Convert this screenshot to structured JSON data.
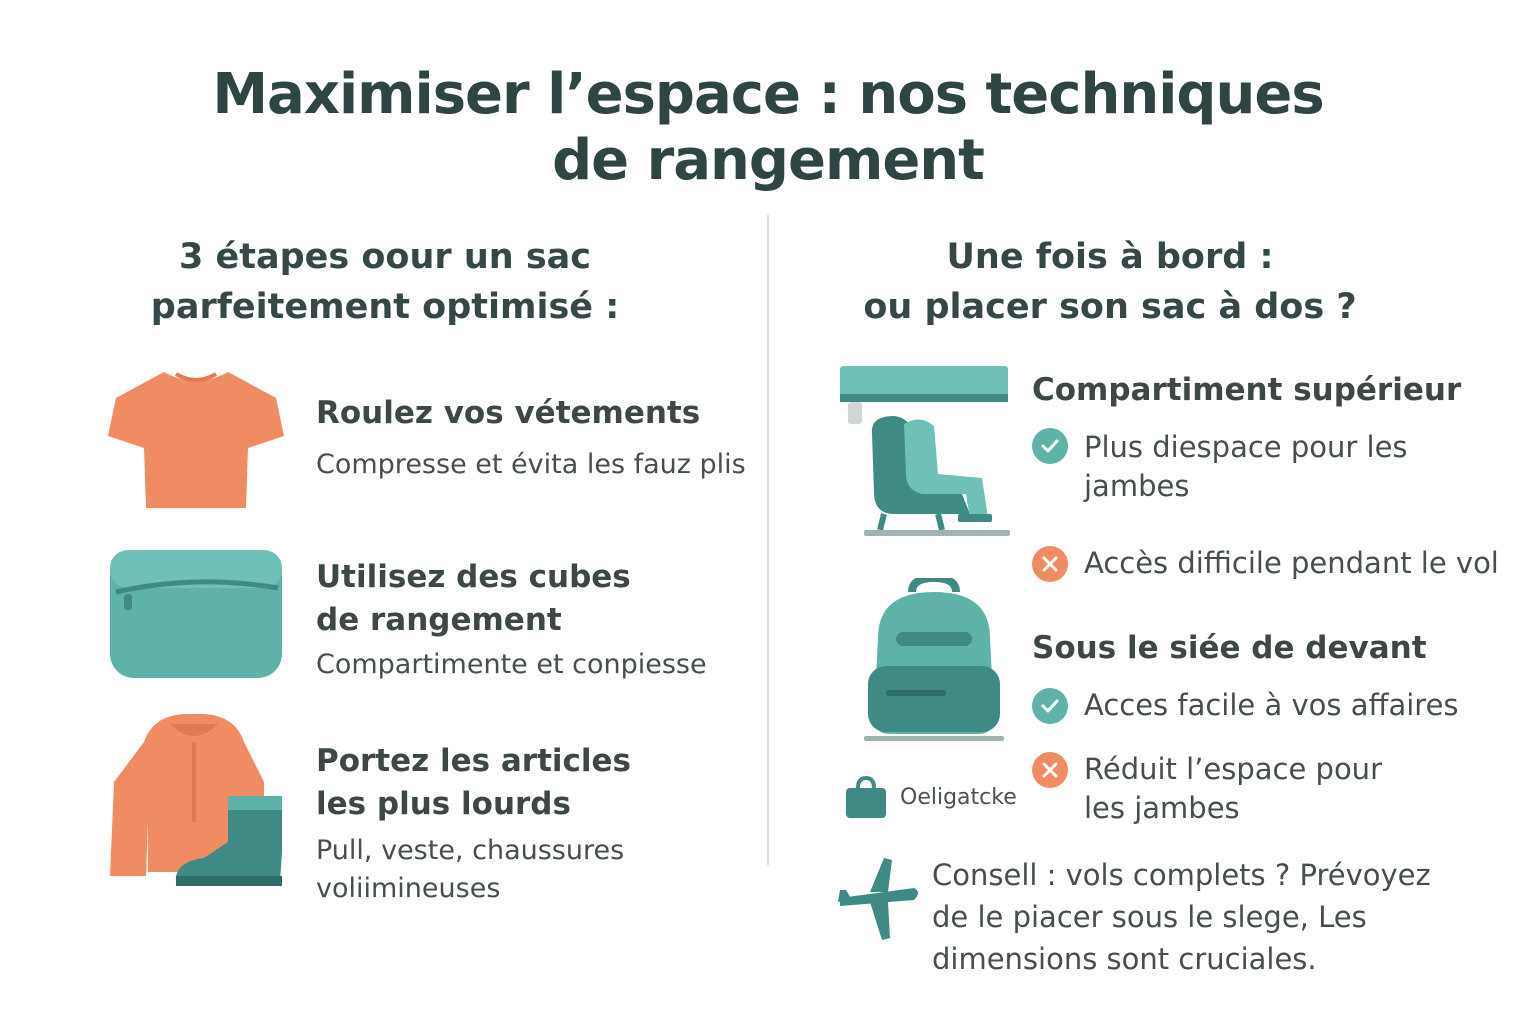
{
  "title": {
    "line1": "Maximiser l’espace : nos techniques",
    "line2": "de rangement"
  },
  "left": {
    "heading_line1": "3 étapes oour un sac",
    "heading_line2": "parfeitement optimisé :",
    "steps": [
      {
        "icon": "tshirt-icon",
        "title_line1": "Roulez vos vétements",
        "title_line2": "",
        "desc_line1": "Compresse et évita les fauz plis",
        "desc_line2": ""
      },
      {
        "icon": "packing-cube-icon",
        "title_line1": "Utilisez des cubes",
        "title_line2": "de rangement",
        "desc_line1": "Compartimente et conpiesse",
        "desc_line2": ""
      },
      {
        "icon": "jacket-boot-icon",
        "title_line1": "Portez les articles",
        "title_line2": "les plus lourds",
        "desc_line1": "Pull, veste, chaussures",
        "desc_line2": "voliimineuses"
      }
    ]
  },
  "right": {
    "heading_line1": "Une fois à bord :",
    "heading_line2": "ou placer son sac à dos ?",
    "options": [
      {
        "title": "Compartiment supérieur",
        "pros": [
          {
            "line1": "Plus diespace pour les",
            "line2": "jambes"
          }
        ],
        "cons": [
          {
            "line1": "Accès difficile pendant le vol",
            "line2": ""
          }
        ]
      },
      {
        "title": "Sous le siée de devant",
        "pros": [
          {
            "line1": "Acces facile à vos affaires",
            "line2": ""
          }
        ],
        "cons": [
          {
            "line1": "Réduit l’espace pour",
            "line2": "les jambes"
          }
        ]
      }
    ],
    "bag_label": "Oeligatcke",
    "tip": {
      "line1": "Consell : vols complets ? Prévoyez",
      "line2": "de le piacer sous le slege, Les",
      "line3": "dimensions sont cruciales."
    }
  },
  "colors": {
    "teal": "#5fb2a8",
    "teal_dark": "#3f8a85",
    "orange": "#f08c64",
    "text": "#3f4a48"
  }
}
